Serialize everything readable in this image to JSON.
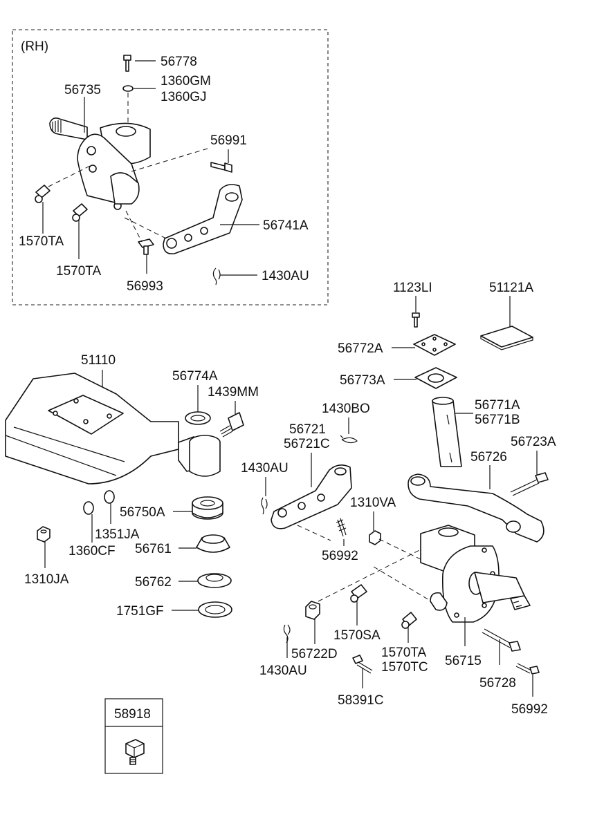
{
  "inset": {
    "title": "(RH)",
    "labels": [
      "56778",
      "1360GM",
      "1360GJ",
      "56735",
      "56991",
      "56741A",
      "1570TA",
      "1570TA",
      "56993",
      "1430AU"
    ]
  },
  "main": {
    "labels": [
      "1123LI",
      "51121A",
      "56772A",
      "56773A",
      "51110",
      "56774A",
      "1439MM",
      "1430BO",
      "56771A",
      "56771B",
      "56721",
      "56721C",
      "56723A",
      "56726",
      "1430AU",
      "1310VA",
      "56750A",
      "1351JA",
      "1360CF",
      "1310JA",
      "56761",
      "56992",
      "56762",
      "1751GF",
      "1570SA",
      "56722D",
      "1570TA",
      "1570TC",
      "56715",
      "1430AU",
      "56728",
      "58391C",
      "56992"
    ]
  },
  "legend_box": {
    "label": "58918"
  }
}
